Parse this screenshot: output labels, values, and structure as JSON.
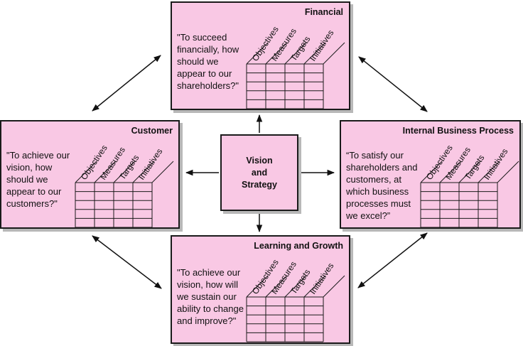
{
  "center": {
    "label": "Vision\nand\nStrategy"
  },
  "column_headers": [
    "Objectives",
    "Measures",
    "Targets",
    "Initiatives"
  ],
  "perspectives": {
    "financial": {
      "title": "Financial",
      "quote": "\"To succeed financially, how should we appear to our shareholders?\""
    },
    "customer": {
      "title": "Customer",
      "quote": "\"To achieve our vision, how should we appear to our customers?\""
    },
    "internal": {
      "title": "Internal Business Process",
      "quote": "“To satisfy our shareholders and customers, at which business processes must we excel?”"
    },
    "learning": {
      "title": "Learning and Growth",
      "quote": "\"To achieve our vision, how will we sustain our ability to change and improve?\""
    }
  },
  "colors": {
    "panel_fill": "#f9c8e4",
    "border": "#1a1a1a",
    "shadow": "#b8b8b8"
  }
}
